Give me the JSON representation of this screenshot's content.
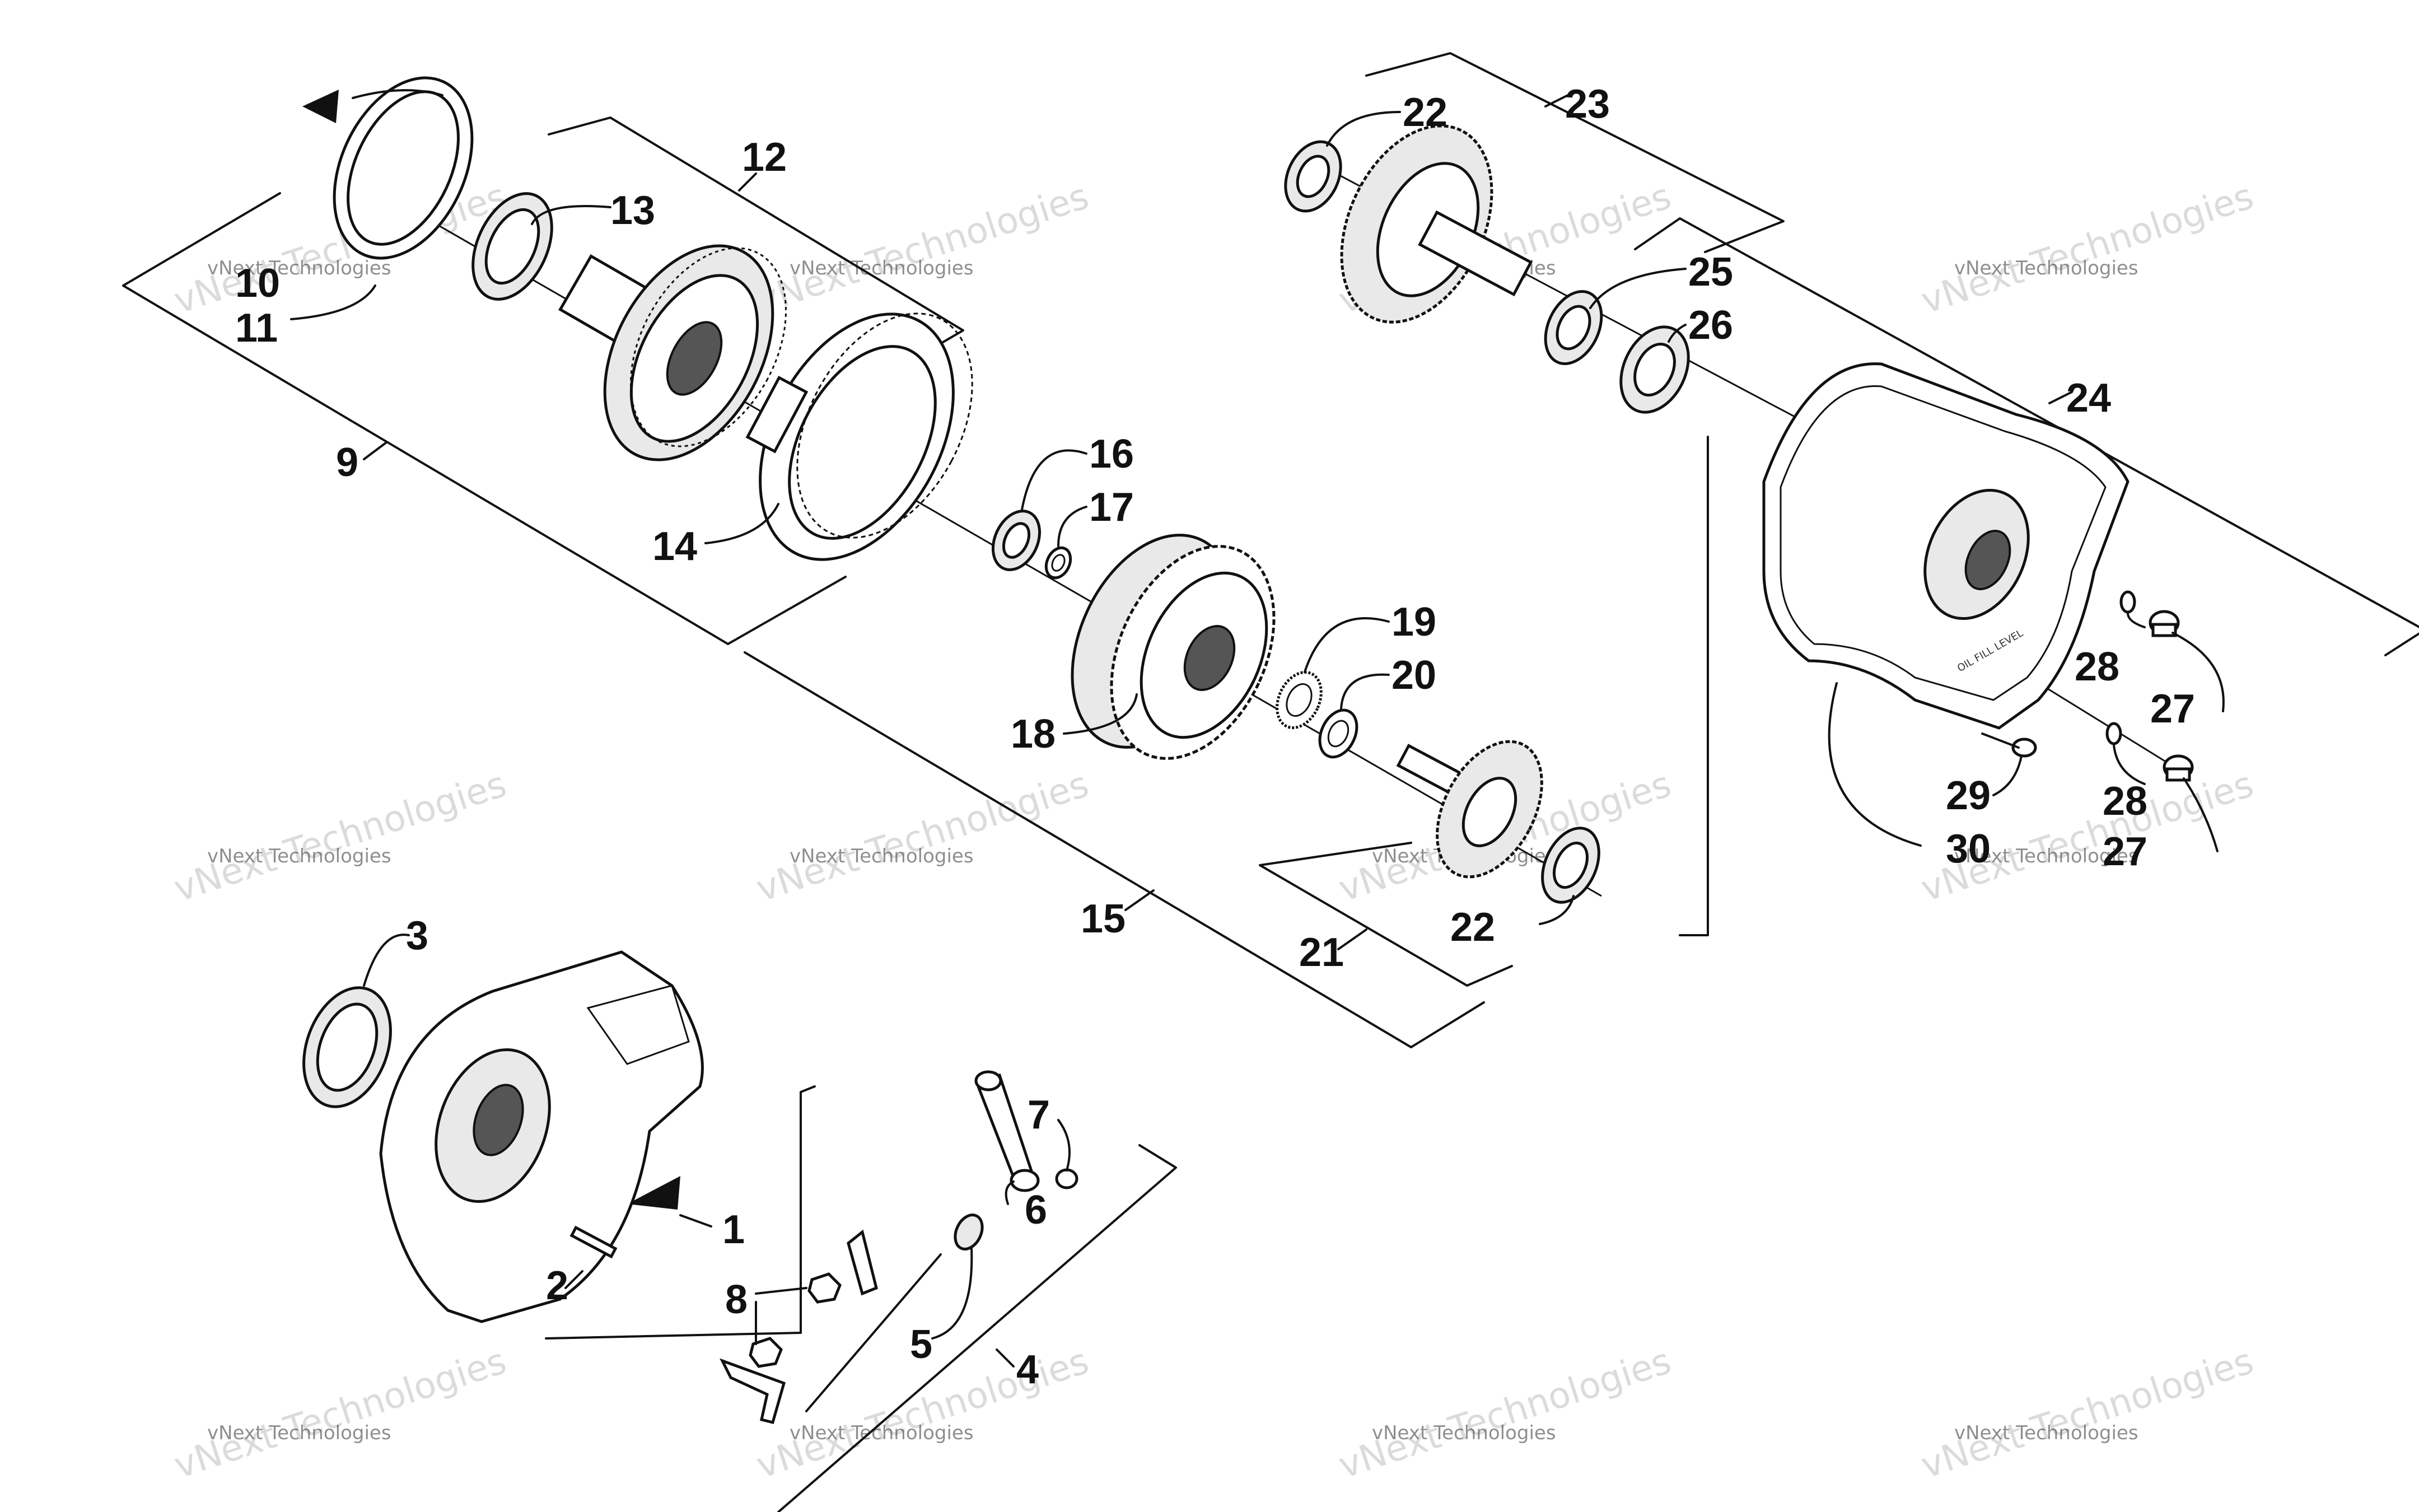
{
  "watermark": {
    "line1": "vNext Technologies",
    "line2": "vNext Technologies"
  },
  "part_numbers": {
    "p1": "1",
    "p2": "2",
    "p3": "3",
    "p4": "4",
    "p5": "5",
    "p6": "6",
    "p7": "7",
    "p8": "8",
    "p9": "9",
    "p10": "10",
    "p11": "11",
    "p12": "12",
    "p13": "13",
    "p14": "14",
    "p15": "15",
    "p16": "16",
    "p17": "17",
    "p18": "18",
    "p19": "19",
    "p20": "20",
    "p21": "21",
    "p22a": "22",
    "p22b": "22",
    "p23": "23",
    "p24": "24",
    "p25": "25",
    "p26": "26",
    "p27a": "27",
    "p27b": "27",
    "p28a": "28",
    "p28b": "28",
    "p29": "29",
    "p30": "30"
  },
  "cover_marking": "OIL FILL LEVEL"
}
